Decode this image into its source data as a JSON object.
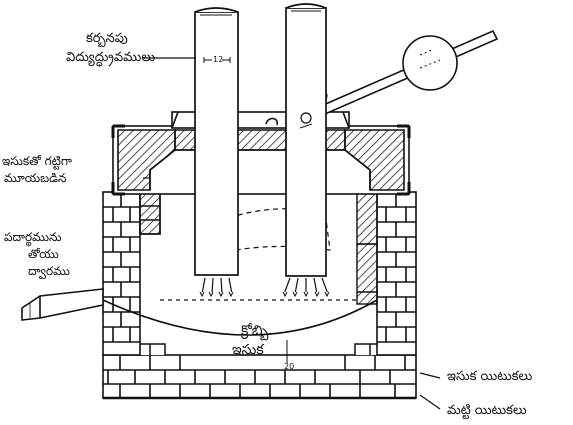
{
  "labels": {
    "electrodes_line1": "కర్బనపు",
    "electrodes_line2": "విద్యుద్ధ్రువములు",
    "sand_seal_line1": "ఇసుకతో గట్టిగా",
    "sand_seal_line2": "మూయబడిన",
    "charging_door_line1": "పదార్థమును",
    "charging_door_line2": "తోయు",
    "charging_door_line3": "ద్వారము",
    "hearth_top": "క్రోబ్బి",
    "sand": "ఇసుక",
    "sand_bricks": "ఇసుక యిటుకలు",
    "clay_bricks": "మట్టి యిటుకలు",
    "dim_12": "12",
    "dim_20": "20"
  }
}
